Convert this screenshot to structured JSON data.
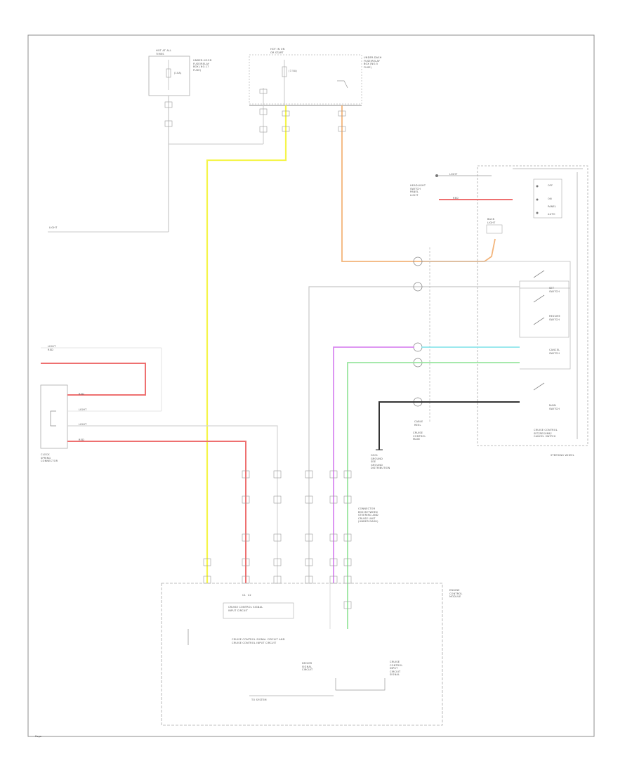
{
  "title": "",
  "colors": {
    "yellow": "#f5f54a",
    "orange": "#f3b47a",
    "red": "#ee7070",
    "pink": "#e87da0",
    "magenta": "#d98af0",
    "cyan": "#8fe6ec",
    "green": "#9ae6a0",
    "black": "#333333",
    "gray": "#9a9a9a",
    "lightgray": "#c8c8c8"
  },
  "labels": {
    "hot_at_all_times_1": "HOT AT ALL\nTIMES",
    "hot_at_all_times_2": "HOT IN ON\nOR START",
    "under_hood_fuse_1": "UNDER-HOOD\nFUSE/RELAY\nBOX (NO.17\nFUSE)",
    "under_hood_fuse_2": "UNDER-DASH\nFUSE/RELAY\nBOX (NO.5\nFUSE)",
    "fuse_a_1": "(10A)",
    "fuse_a_2": "(7.5A)",
    "left_note": "LIGHT",
    "left_connector_top": "LIGHT\nRED",
    "left_connector": "CLOCK\nSPRING\nCONNECTOR",
    "left_connector_rows": [
      "RED",
      "LIGHT",
      "LIGHT",
      "RED"
    ],
    "right_top_wire": "LIGHT",
    "right_headlight": "HEADLIGHT\nSWITCH\nPANEL\nLIGHT",
    "right_red_wire": "RED",
    "right_panel_labels": [
      "OFF",
      "ON",
      "PANEL",
      "AUTO"
    ],
    "ground_label": "BACK\nLIGHT",
    "column_mid_label": "CRUISE\nCONTROL\nMAIN",
    "cable_reel": "CABLE\nREEL",
    "set_label": "SET\nSWITCH",
    "resume_label": "RESUME\nSWITCH",
    "cancel_label": "CANCEL\nSWITCH",
    "main_switch_label": "MAIN\nSWITCH",
    "steering_wheel": "STEERING WHEEL",
    "cruise_control_label": "CRUISE CONTROL\nSET/RESUME/\nCANCEL SWITCH",
    "g_label": "G501\nGROUND\nSEE\nGROUND\nDISTRIBUTION",
    "connector_note": "CONNECTOR\nBOX BETWEEN\nSTEERING AND\nCRUISE UNIT\n(UNDER DASH)",
    "ecm_label": "ENGINE\nCONTROL\nMODULE",
    "ecm_inner_1": "CRUISE CONTROL SIGNAL\nINPUT CIRCUIT",
    "ecm_inner_2": "CRUISE CONTROL SIGNAL CIRCUIT AND\nCRUISE CONTROL INPUT CIRCUIT",
    "ecm_driver": "DRIVER\nSIGNAL\nCIRCUIT",
    "ecm_driver_2": "CRUISE\nCONTROL\nINPUT\nCIRCUIT\nSIGNAL",
    "ecm_bottom": "TO SYSTEM",
    "ecm_pins": "C1  C2",
    "page_no": "Page"
  }
}
